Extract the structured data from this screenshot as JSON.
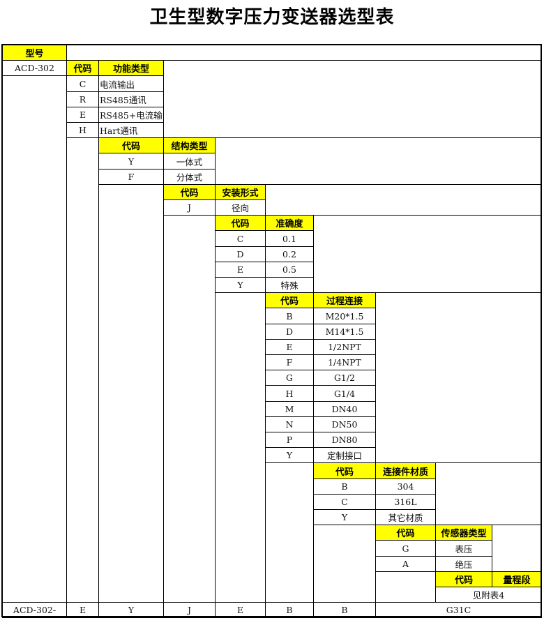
{
  "title": "卫生型数字压力变送器选型表",
  "model_header": "型号",
  "model": "ACD-302",
  "sections": [
    {
      "code_header": "代码",
      "label_header": "功能类型",
      "options": [
        {
          "code": "C",
          "label": "电流输出"
        },
        {
          "code": "R",
          "label": "RS485通讯"
        },
        {
          "code": "E",
          "label": "RS485+电流输"
        },
        {
          "code": "H",
          "label": "Hart通讯"
        }
      ]
    },
    {
      "code_header": "代码",
      "label_header": "结构类型",
      "options": [
        {
          "code": "Y",
          "label": "一体式"
        },
        {
          "code": "F",
          "label": "分体式"
        }
      ]
    },
    {
      "code_header": "代码",
      "label_header": "安装形式",
      "options": [
        {
          "code": "J",
          "label": "径向"
        }
      ]
    },
    {
      "code_header": "代码",
      "label_header": "准确度",
      "options": [
        {
          "code": "C",
          "label": "0.1"
        },
        {
          "code": "D",
          "label": "0.2"
        },
        {
          "code": "E",
          "label": "0.5"
        },
        {
          "code": "Y",
          "label": "特殊"
        }
      ]
    },
    {
      "code_header": "代码",
      "label_header": "过程连接",
      "options": [
        {
          "code": "B",
          "label": "M20*1.5"
        },
        {
          "code": "D",
          "label": "M14*1.5"
        },
        {
          "code": "E",
          "label": "1/2NPT"
        },
        {
          "code": "F",
          "label": "1/4NPT"
        },
        {
          "code": "G",
          "label": "G1/2"
        },
        {
          "code": "H",
          "label": "G1/4"
        },
        {
          "code": "M",
          "label": "DN40"
        },
        {
          "code": "N",
          "label": "DN50"
        },
        {
          "code": "P",
          "label": "DN80"
        },
        {
          "code": "Y",
          "label": "定制接口"
        }
      ]
    },
    {
      "code_header": "代码",
      "label_header": "连接件材质",
      "options": [
        {
          "code": "B",
          "label": "304"
        },
        {
          "code": "C",
          "label": "316L"
        },
        {
          "code": "Y",
          "label": "其它材质"
        }
      ]
    },
    {
      "code_header": "代码",
      "label_header": "传感器类型",
      "options": [
        {
          "code": "G",
          "label": "表压"
        },
        {
          "code": "A",
          "label": "绝压"
        }
      ]
    },
    {
      "code_header": "代码",
      "label_header": "量程段",
      "note": "见附表4"
    }
  ],
  "example_row": [
    "ACD-302-",
    "E",
    "Y",
    "J",
    "E",
    "B",
    "B",
    "G31C"
  ]
}
